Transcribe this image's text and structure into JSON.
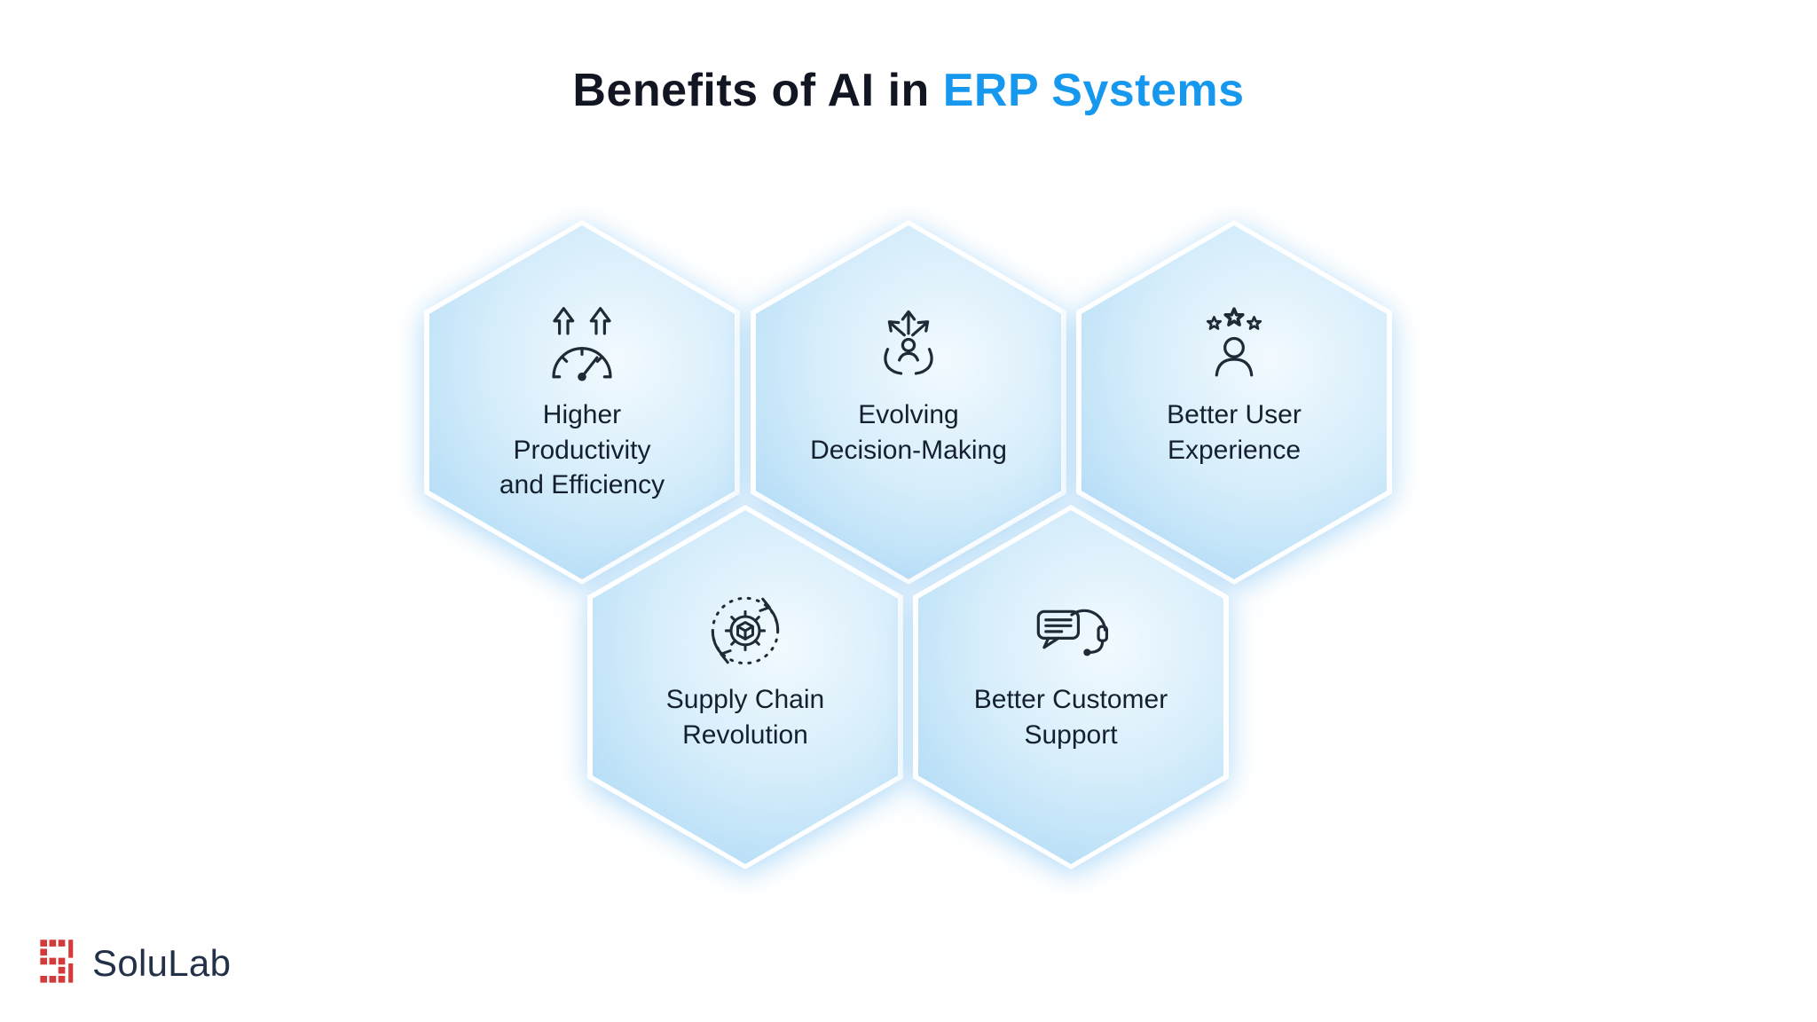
{
  "title": {
    "prefix": "Benefits of AI in ",
    "highlight": "ERP Systems"
  },
  "colors": {
    "accent_blue": "#1798ef",
    "text_dark": "#14202e",
    "hex_fill_light": "#f2fafe",
    "hex_fill_mid": "#d6edfb",
    "hex_fill_deep": "#a6d6f4",
    "glow": "#6eb9f0",
    "logo_red": "#d43a3a",
    "logo_navy": "#223048"
  },
  "hexagons": [
    {
      "label": "Higher\nProductivity\nand Efficiency",
      "icon": "speedometer-arrows-icon"
    },
    {
      "label": "Evolving\nDecision-Making",
      "icon": "decision-branching-hands-icon"
    },
    {
      "label": "Better User\nExperience",
      "icon": "user-stars-icon"
    },
    {
      "label": "Supply Chain\nRevolution",
      "icon": "gear-cube-cycle-icon"
    },
    {
      "label": "Better Customer\nSupport",
      "icon": "headset-chat-icon"
    }
  ],
  "logo": {
    "text": "SoluLab"
  }
}
